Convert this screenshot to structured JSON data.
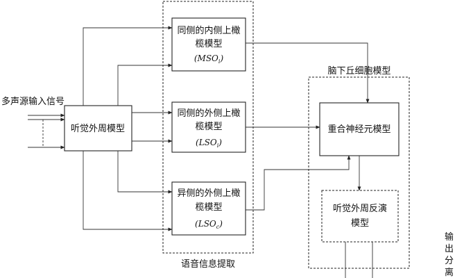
{
  "input_label": "多声源输入信号",
  "periphery_box": "听觉外周模型",
  "group_speech": "语音信息提取",
  "group_hypothalamus": "脑下丘细胞模型",
  "mso": {
    "line1": "同侧的内侧上橄",
    "line2": "榄模型",
    "sym": "MSO",
    "sub": "i"
  },
  "lso_i": {
    "line1": "同侧的外侧上橄",
    "line2": "榄模型",
    "sym": "LSO",
    "sub": "i"
  },
  "lso_c": {
    "line1": "异侧的外侧上橄",
    "line2": "榄模型",
    "sym": "LSO",
    "sub": "c"
  },
  "coincidence_box": "重合神经元模型",
  "inverse_box": {
    "line1": "听觉外周反演",
    "line2": "模型"
  },
  "output_label": [
    "输",
    "出",
    "分",
    "离"
  ]
}
